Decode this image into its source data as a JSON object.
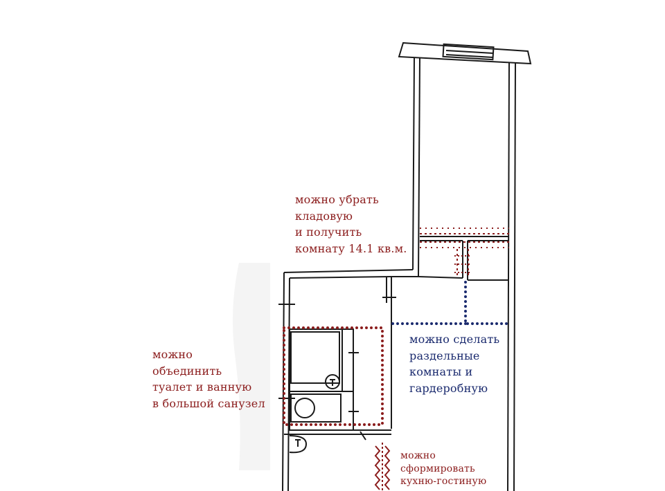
{
  "colors": {
    "wall": "#1a1a1a",
    "demolish": "#8b1c1c",
    "partition_new": "#1a2a6e",
    "watermark": "#f3f3f3"
  },
  "annotations": {
    "storage": [
      "можно убрать",
      "кладовую",
      "и получить",
      "комнату 14.1 кв.м."
    ],
    "bathroom": [
      "можно",
      "объединить",
      "туалет и ванную",
      "в большой санузел"
    ],
    "rooms": [
      "можно сделать",
      "раздельные",
      "комнаты и",
      "гардеробную"
    ],
    "kitchen": [
      "можно",
      "сформировать",
      "кухню-гостиную"
    ]
  }
}
